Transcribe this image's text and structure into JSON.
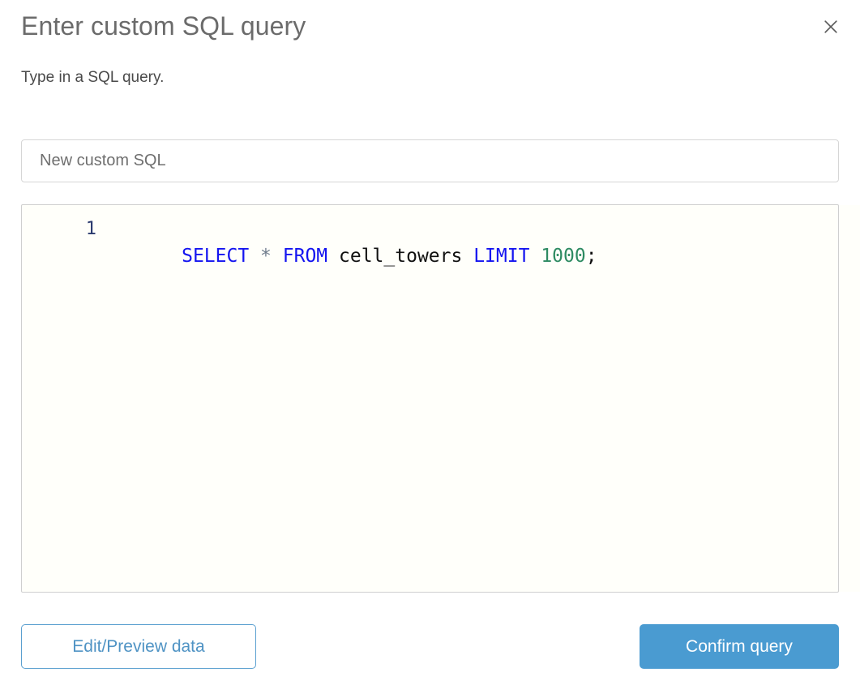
{
  "dialog": {
    "title": "Enter custom SQL query",
    "subtitle": "Type in a SQL query.",
    "close_icon": "close-icon"
  },
  "name_field": {
    "value": "New custom SQL",
    "placeholder": "New custom SQL"
  },
  "editor": {
    "line_number": "1",
    "full_query": "SELECT * FROM cell_towers LIMIT 1000;",
    "tokens": [
      {
        "text": "SELECT",
        "type": "keyword"
      },
      {
        "text": " ",
        "type": "plain"
      },
      {
        "text": "*",
        "type": "star"
      },
      {
        "text": " ",
        "type": "plain"
      },
      {
        "text": "FROM",
        "type": "keyword"
      },
      {
        "text": " ",
        "type": "plain"
      },
      {
        "text": "cell_towers",
        "type": "identifier"
      },
      {
        "text": " ",
        "type": "plain"
      },
      {
        "text": "LIMIT",
        "type": "keyword"
      },
      {
        "text": " ",
        "type": "plain"
      },
      {
        "text": "1000",
        "type": "number"
      },
      {
        "text": ";",
        "type": "punctuation"
      }
    ]
  },
  "footer": {
    "secondary_label": "Edit/Preview data",
    "primary_label": "Confirm query"
  },
  "colors": {
    "accent": "#4a9bd1",
    "accent_outline": "#5ba0d0",
    "keyword": "#1414f0",
    "number": "#2e8b62",
    "star": "#6e7b8b",
    "gutter": "#2a3a6e",
    "title": "#6b6b6b",
    "subtitle": "#4a4a4a"
  }
}
